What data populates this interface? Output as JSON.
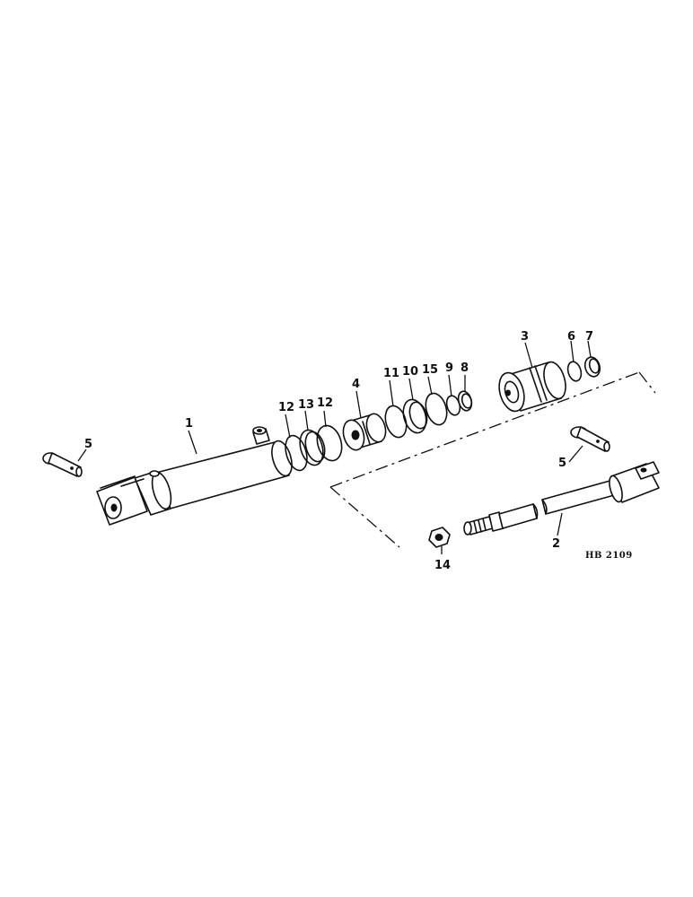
{
  "labels": {
    "p1": "1",
    "p2": "2",
    "p3": "3",
    "p4": "4",
    "p5a": "5",
    "p5b": "5",
    "p6": "6",
    "p7": "7",
    "p8": "8",
    "p9": "9",
    "p10": "10",
    "p11": "11",
    "p12a": "12",
    "p12b": "12",
    "p13": "13",
    "p14": "14",
    "p15": "15"
  },
  "drawing_code": "HB 2109"
}
